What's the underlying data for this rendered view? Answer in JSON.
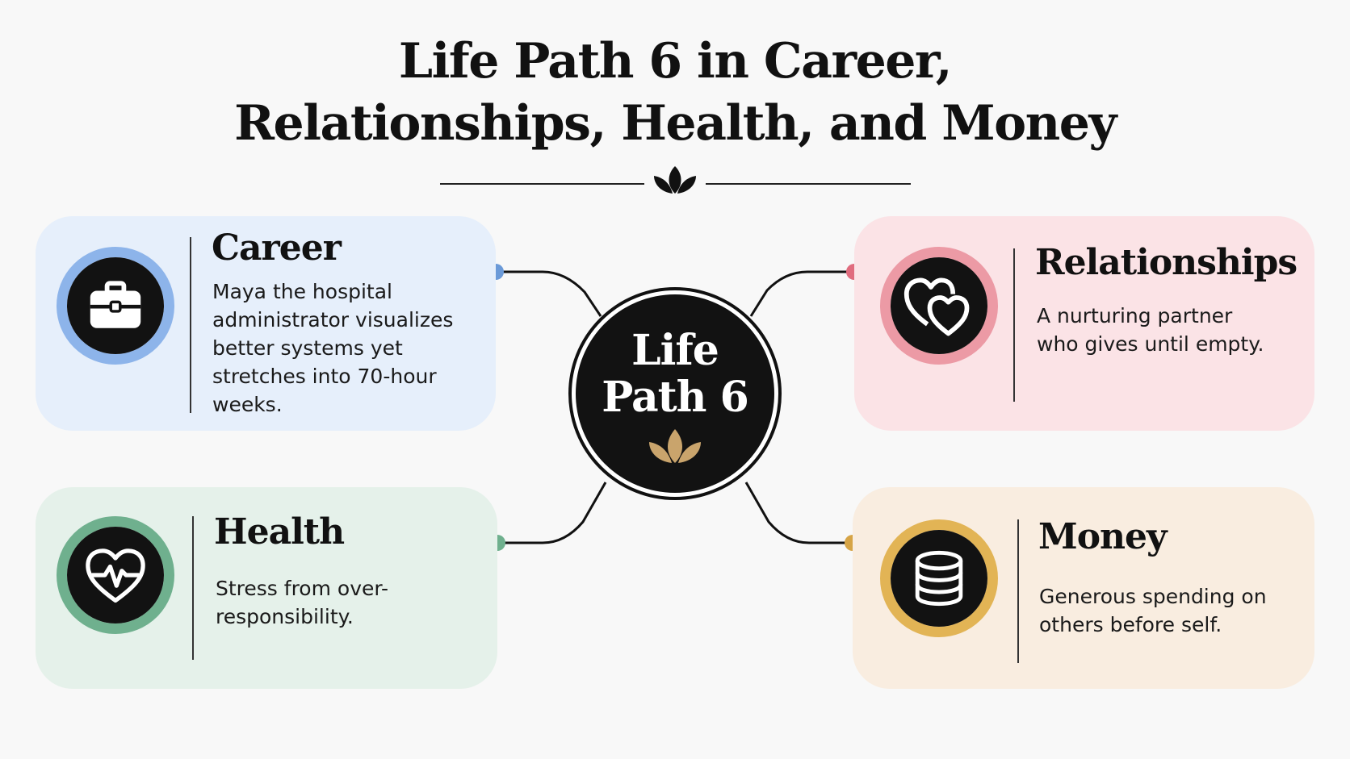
{
  "title": {
    "line1": "Life Path 6 in Career,",
    "line2": "Relationships, Health, and Money"
  },
  "center": {
    "line1": "Life",
    "line2": "Path 6",
    "icon": "lotus-icon",
    "icon_color": "#c9a46c"
  },
  "cards": {
    "career": {
      "title": "Career",
      "text": "Maya the hospital administrator visualizes better systems yet stretches into 70-hour weeks.",
      "icon": "briefcase-icon",
      "bg_color": "#e6effb",
      "ring_color": "#8db4ea",
      "dot_color": "#6b9ad8"
    },
    "relationships": {
      "title": "Relationships",
      "text": "A nurturing partner who gives until empty.",
      "icon": "hearts-icon",
      "bg_color": "#fbe3e6",
      "ring_color": "#ec9aa5",
      "dot_color": "#e06c7e"
    },
    "health": {
      "title": "Health",
      "text": "Stress from over-responsibility.",
      "icon": "heartbeat-icon",
      "bg_color": "#e5f1ea",
      "ring_color": "#6fb08e",
      "dot_color": "#6fb08e"
    },
    "money": {
      "title": "Money",
      "text": "Generous spending on others before self.",
      "icon": "coins-icon",
      "bg_color": "#f9ede0",
      "ring_color": "#e2b455",
      "dot_color": "#d6a446"
    }
  }
}
